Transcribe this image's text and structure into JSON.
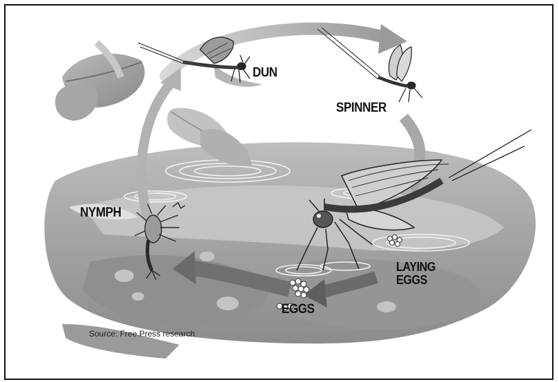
{
  "labels": {
    "dun": "DUN",
    "spinner": "SPINNER",
    "nymph": "NYMPH",
    "laying_line1": "LAYING",
    "laying_line2": "EGGS",
    "eggs": "EGGS"
  },
  "source": "Source: Free Press research",
  "colors": {
    "water_light": "#cfcfcf",
    "water_mid": "#a9a9a9",
    "water_dark": "#7d7d7d",
    "arrow": "#6e6e6e",
    "insect": "#2a2a2a",
    "frame": "#111111"
  }
}
